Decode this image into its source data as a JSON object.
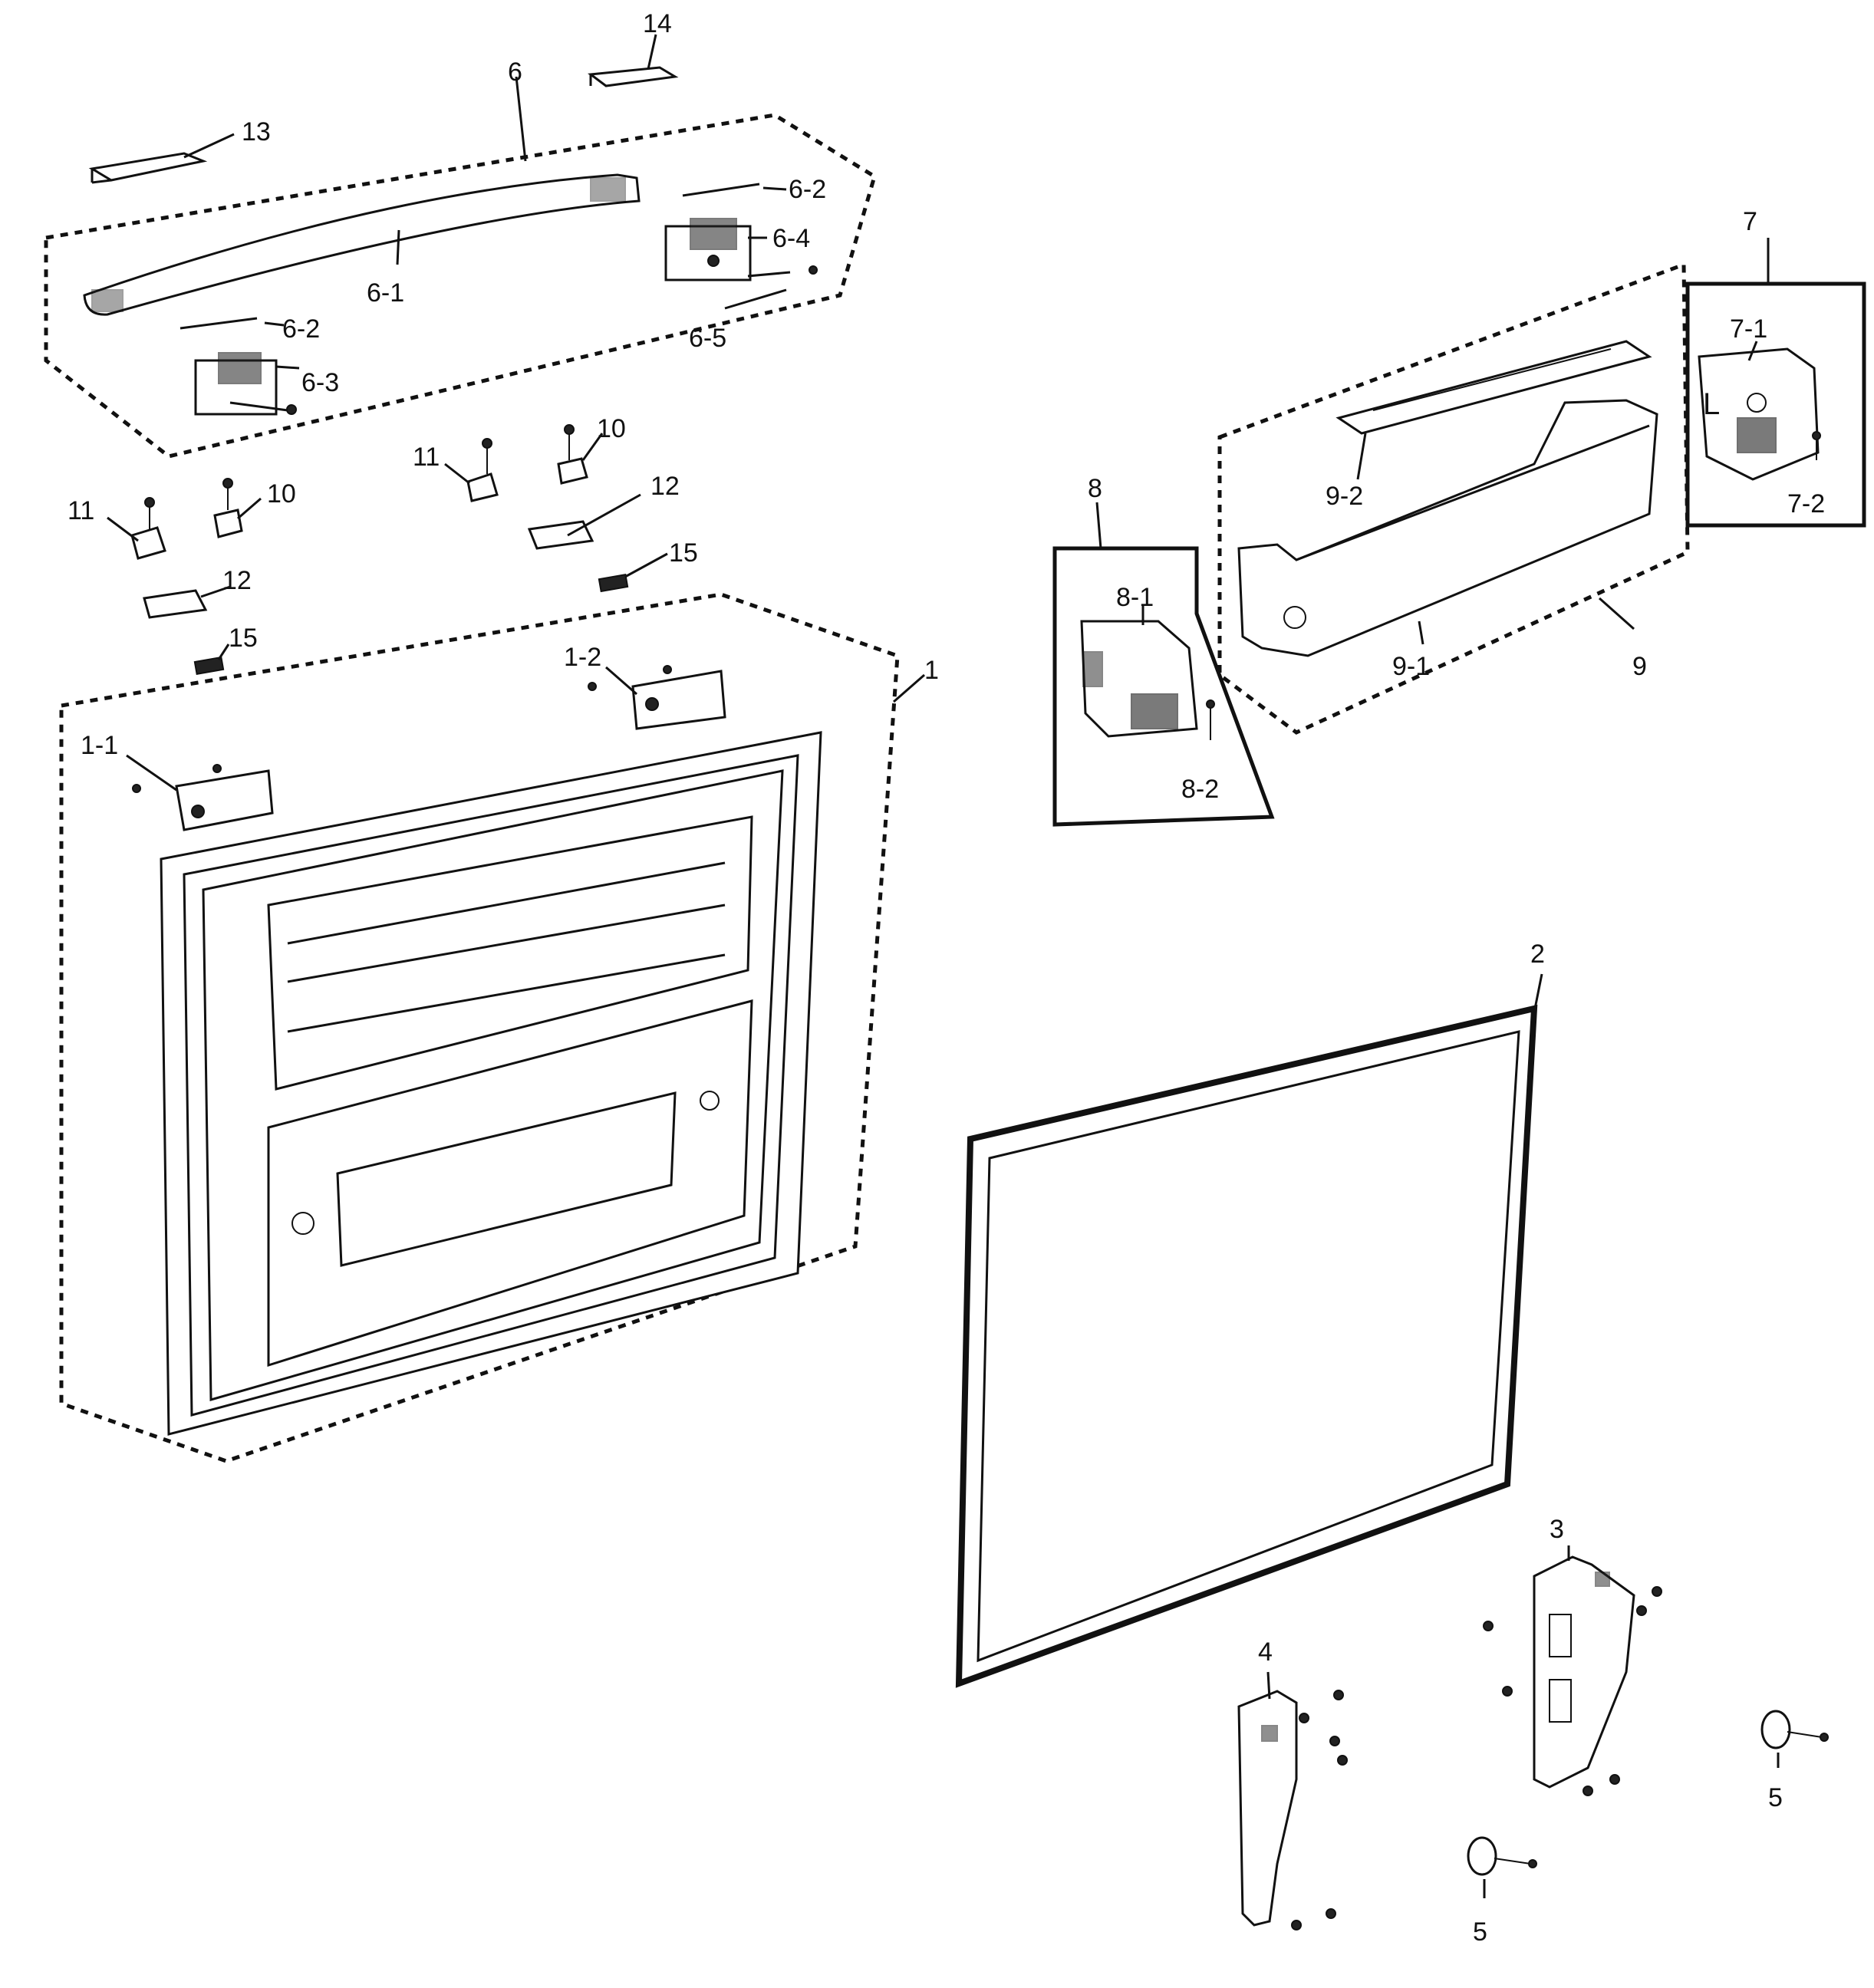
{
  "callouts": [
    {
      "id": "l_14",
      "text": "14"
    },
    {
      "id": "l_6",
      "text": "6"
    },
    {
      "id": "l_13",
      "text": "13"
    },
    {
      "id": "l_6_2a",
      "text": "6-2"
    },
    {
      "id": "l_6_4",
      "text": "6-4"
    },
    {
      "id": "l_6_1",
      "text": "6-1"
    },
    {
      "id": "l_6_5",
      "text": "6-5"
    },
    {
      "id": "l_6_2b",
      "text": "6-2"
    },
    {
      "id": "l_6_3",
      "text": "6-3"
    },
    {
      "id": "l_11a",
      "text": "11"
    },
    {
      "id": "l_10a",
      "text": "10"
    },
    {
      "id": "l_11b",
      "text": "11"
    },
    {
      "id": "l_10b",
      "text": "10"
    },
    {
      "id": "l_12a",
      "text": "12"
    },
    {
      "id": "l_15a",
      "text": "15"
    },
    {
      "id": "l_12b",
      "text": "12"
    },
    {
      "id": "l_15b",
      "text": "15"
    },
    {
      "id": "l_1",
      "text": "1"
    },
    {
      "id": "l_1_2",
      "text": "1-2"
    },
    {
      "id": "l_1_1",
      "text": "1-1"
    },
    {
      "id": "l_7",
      "text": "7"
    },
    {
      "id": "l_7_1",
      "text": "7-1"
    },
    {
      "id": "l_7_2",
      "text": "7-2"
    },
    {
      "id": "l_8",
      "text": "8"
    },
    {
      "id": "l_8_1",
      "text": "8-1"
    },
    {
      "id": "l_8_2",
      "text": "8-2"
    },
    {
      "id": "l_9_2",
      "text": "9-2"
    },
    {
      "id": "l_9_1",
      "text": "9-1"
    },
    {
      "id": "l_9",
      "text": "9"
    },
    {
      "id": "l_2",
      "text": "2"
    },
    {
      "id": "l_3",
      "text": "3"
    },
    {
      "id": "l_4",
      "text": "4"
    },
    {
      "id": "l_5a",
      "text": "5"
    },
    {
      "id": "l_5b",
      "text": "5"
    }
  ],
  "side_letter": "L"
}
